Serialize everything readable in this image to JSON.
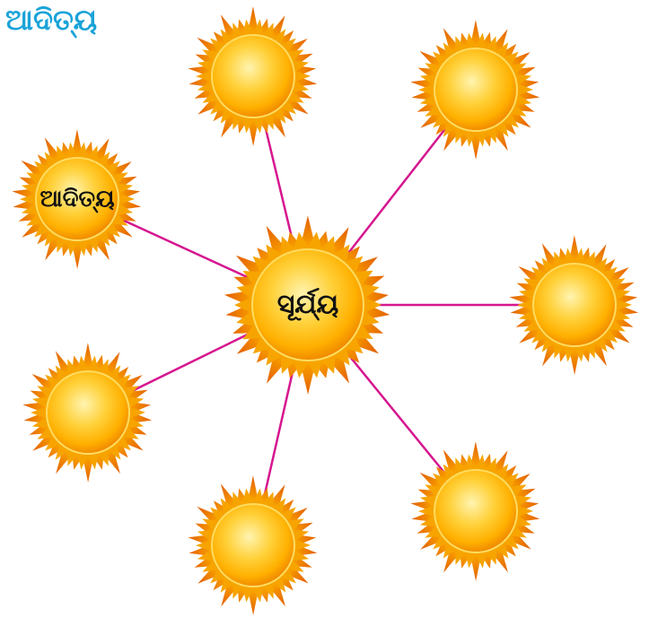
{
  "title": "ଆଦିତ୍ୟ",
  "center": {
    "label": "ସୂର୍ଯ୍ୟ"
  },
  "satellites": [
    {
      "name": "sun-top",
      "label": ""
    },
    {
      "name": "sun-top-right",
      "label": ""
    },
    {
      "name": "sun-right",
      "label": ""
    },
    {
      "name": "sun-bottom-right",
      "label": ""
    },
    {
      "name": "sun-bottom",
      "label": ""
    },
    {
      "name": "sun-left-lower",
      "label": ""
    },
    {
      "name": "sun-left-upper",
      "label": "ଆଦିତ୍ୟ"
    }
  ],
  "colors": {
    "connector": "#d6168f",
    "title": "#1aa3d9",
    "sun_core": "#fff0a0",
    "sun_mid": "#ffc21a",
    "sun_edge": "#f08a00",
    "ray_inner": "#f7a400",
    "ray_outer": "#e06a00"
  }
}
